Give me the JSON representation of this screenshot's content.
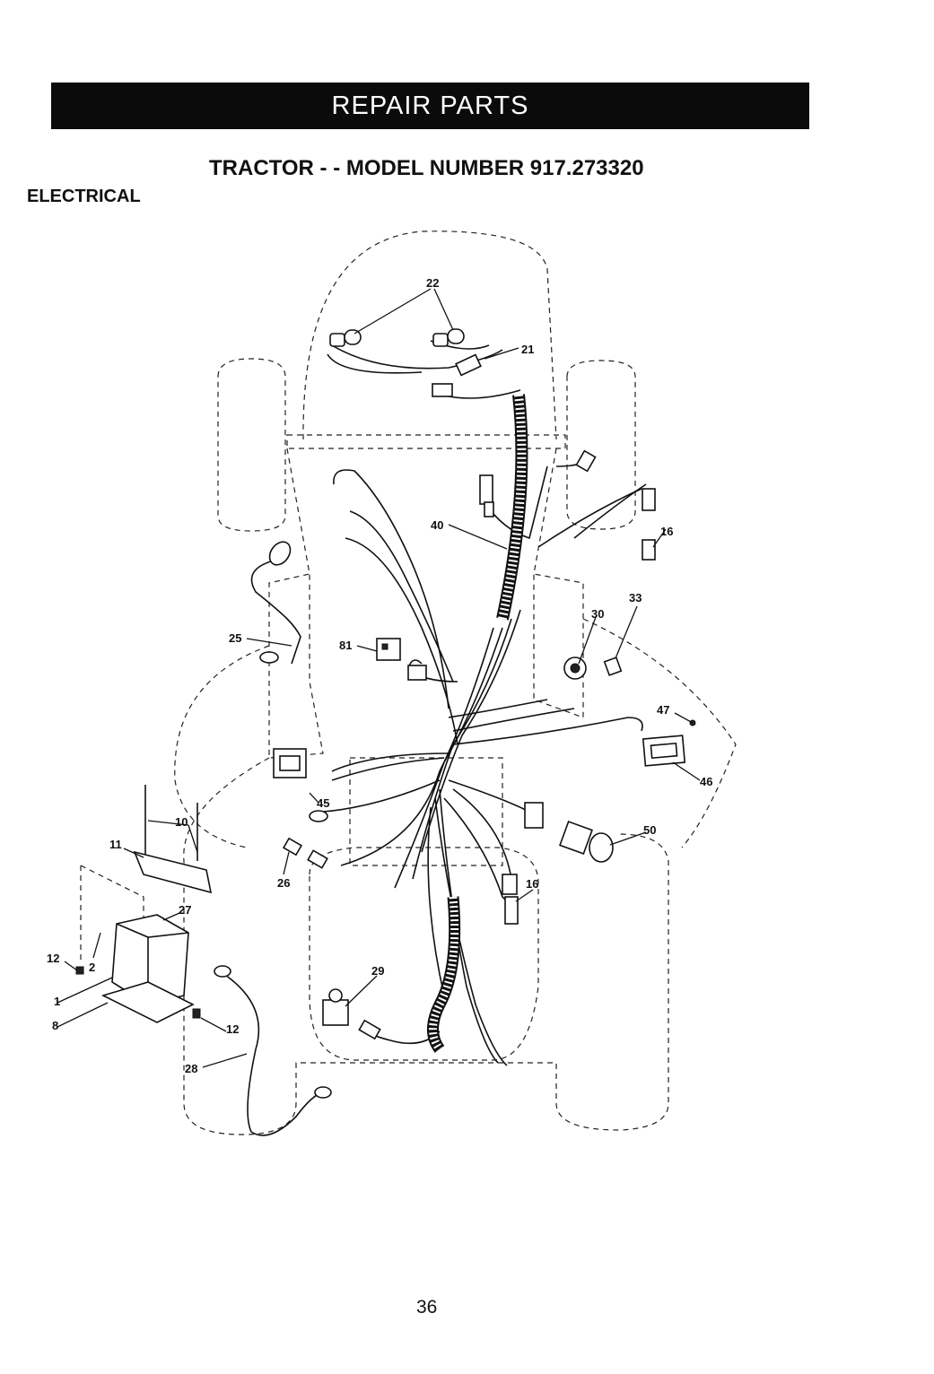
{
  "header": {
    "banner": "REPAIR PARTS"
  },
  "title": "TRACTOR - - MODEL NUMBER 917.273320",
  "section": "ELECTRICAL",
  "page_number": "36",
  "callouts": [
    {
      "id": "c22",
      "label": "22"
    },
    {
      "id": "c21",
      "label": "21"
    },
    {
      "id": "c16a",
      "label": "16"
    },
    {
      "id": "c40",
      "label": "40"
    },
    {
      "id": "c33",
      "label": "33"
    },
    {
      "id": "c30",
      "label": "30"
    },
    {
      "id": "c25",
      "label": "25"
    },
    {
      "id": "c81",
      "label": "81"
    },
    {
      "id": "c47",
      "label": "47"
    },
    {
      "id": "c46",
      "label": "46"
    },
    {
      "id": "c45",
      "label": "45"
    },
    {
      "id": "c10",
      "label": "10"
    },
    {
      "id": "c11",
      "label": "11"
    },
    {
      "id": "c50",
      "label": "50"
    },
    {
      "id": "c26",
      "label": "26"
    },
    {
      "id": "c27",
      "label": "27"
    },
    {
      "id": "c16b",
      "label": "16"
    },
    {
      "id": "c12a",
      "label": "12"
    },
    {
      "id": "c2",
      "label": "2"
    },
    {
      "id": "c1",
      "label": "1"
    },
    {
      "id": "c8",
      "label": "8"
    },
    {
      "id": "c29",
      "label": "29"
    },
    {
      "id": "c12b",
      "label": "12"
    },
    {
      "id": "c28",
      "label": "28"
    }
  ]
}
